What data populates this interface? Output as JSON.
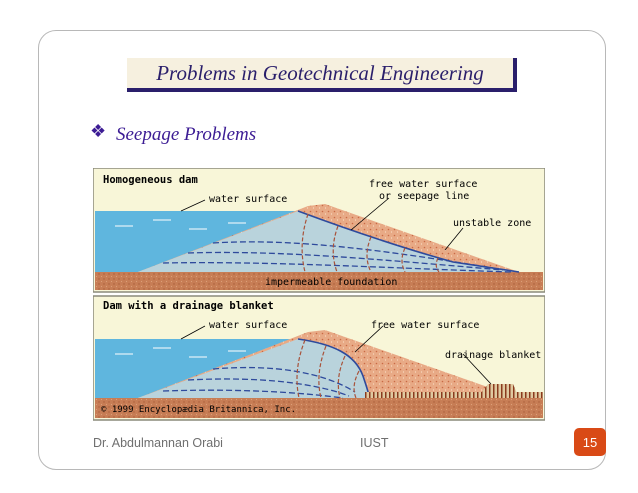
{
  "slide": {
    "title": "Problems in Geotechnical Engineering",
    "bullet_icon": "diamond-bullet-icon",
    "bullet_text": "Seepage Problems"
  },
  "figure": {
    "panel_top": {
      "title": "Homogeneous dam",
      "label_water_surface": "water surface",
      "label_free_water_surface": "free water surface",
      "label_seepage_line": "or seepage line",
      "label_unstable_zone": "unstable zone",
      "label_foundation": "impermeable foundation"
    },
    "panel_bottom": {
      "title": "Dam with a drainage blanket",
      "label_water_surface": "water surface",
      "label_free_water_surface": "free water surface",
      "label_drainage_blanket": "drainage blanket",
      "copyright": "© 1999 Encyclopædia Britannica, Inc."
    },
    "colors": {
      "background": "#f8f6d8",
      "water": "#5fb6de",
      "saturated": "#b9d3dc",
      "dry_soil": "#e8aa86",
      "foundation": "#c77d55",
      "flow_lines": "#2e4a9c",
      "equipotentials": "#a8523a"
    }
  },
  "footer": {
    "author": "Dr. Abdulmannan Orabi",
    "institution": "IUST",
    "page_number": "15"
  }
}
